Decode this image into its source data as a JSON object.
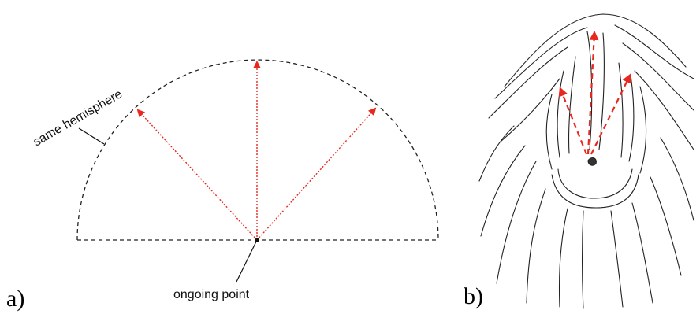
{
  "panel_a": {
    "letter": "a)",
    "arc_label": "same hemisphere",
    "origin_label": "ongoing point"
  },
  "panel_b": {
    "letter": "b)"
  },
  "colors": {
    "arrow": "#e8281e",
    "outline": "#222222"
  }
}
